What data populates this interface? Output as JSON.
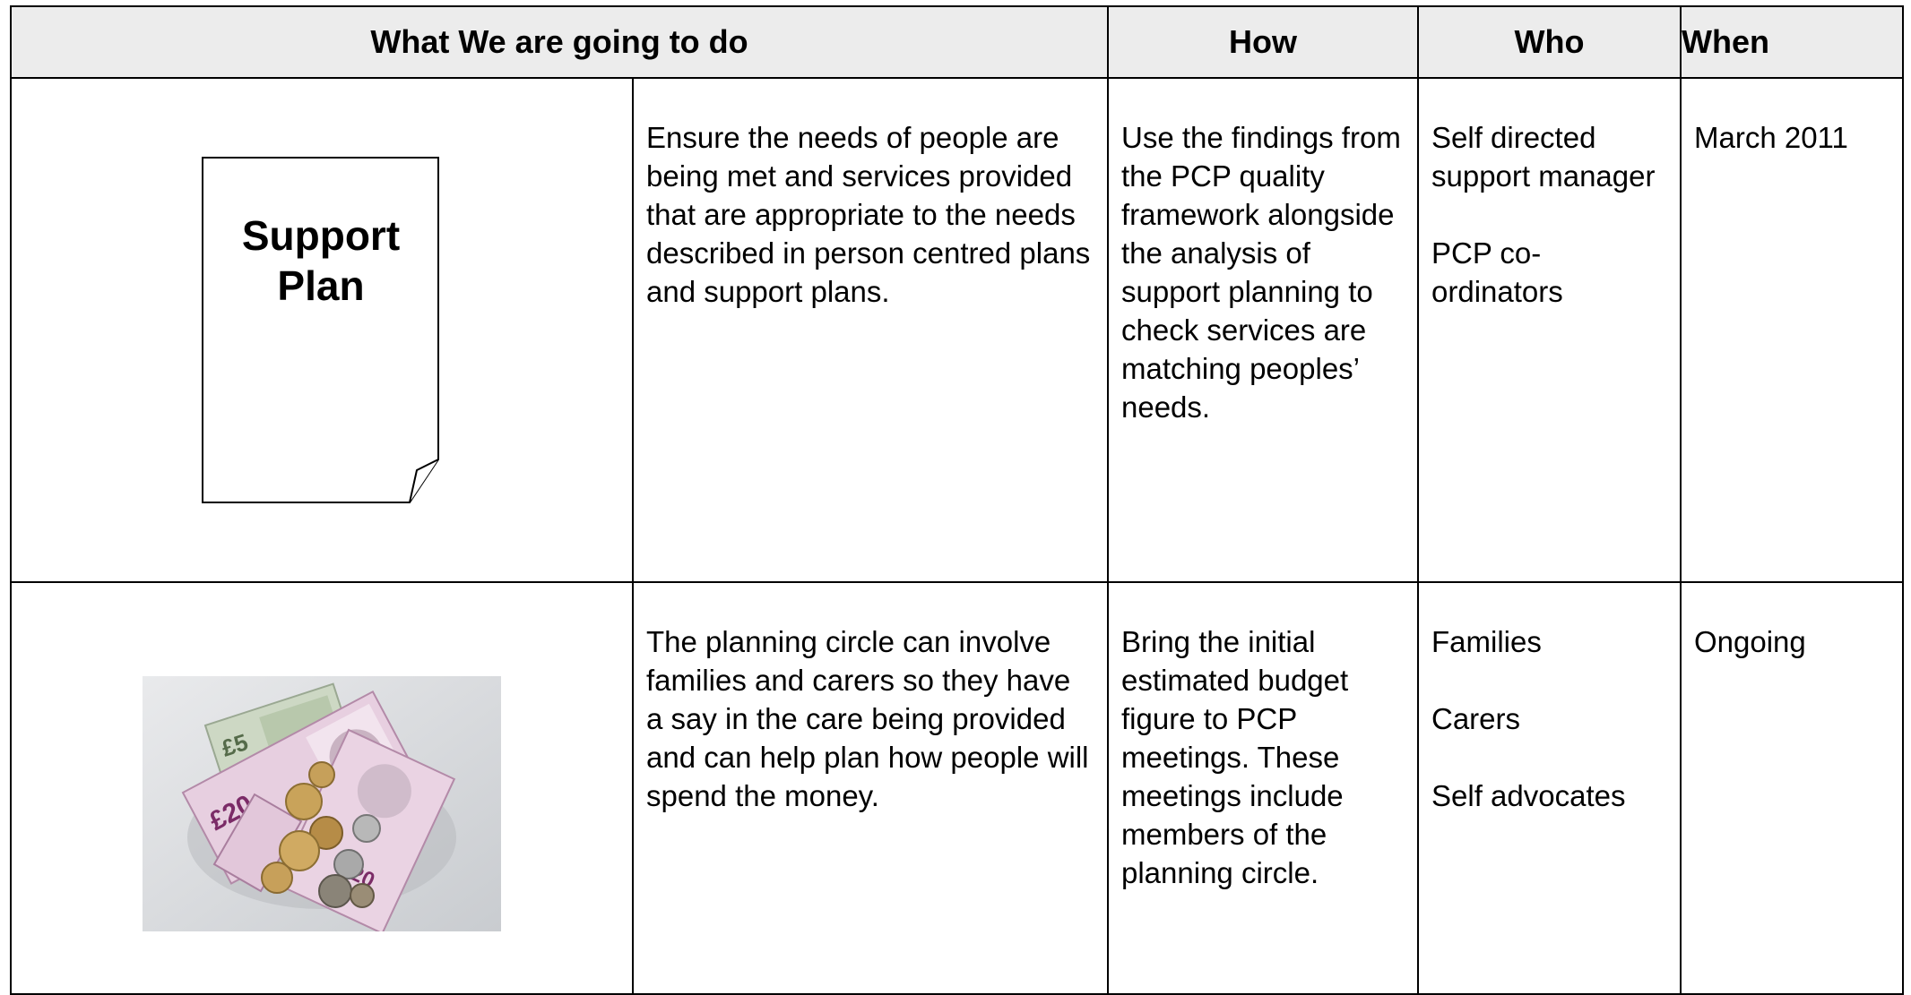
{
  "table": {
    "headers": {
      "what": "What We are going to do",
      "how": "How",
      "who": "Who",
      "when": "When"
    },
    "rows": [
      {
        "illustration": {
          "type": "document-icon",
          "label": "Support Plan"
        },
        "what": "Ensure the needs of people are being met and services provided that are appropriate to the needs described in person centred plans and support plans.",
        "how": "Use the findings from the PCP quality framework alongside the analysis of support planning to check services are matching peoples’ needs.",
        "who": [
          "Self directed support manager",
          "PCP co-ordinators"
        ],
        "when": "March 2011"
      },
      {
        "illustration": {
          "type": "money-photo-icon"
        },
        "what": "The planning circle can involve families and carers so they have a say in the care being provided and can help plan how people will spend the money.",
        "how": "Bring the initial estimated budget figure to PCP meetings. These meetings include members of the planning circle.",
        "who": [
          "Families",
          "Carers",
          "Self advocates"
        ],
        "when": "Ongoing"
      }
    ]
  },
  "colors": {
    "header_bg": "#ececec",
    "border": "#000000"
  }
}
